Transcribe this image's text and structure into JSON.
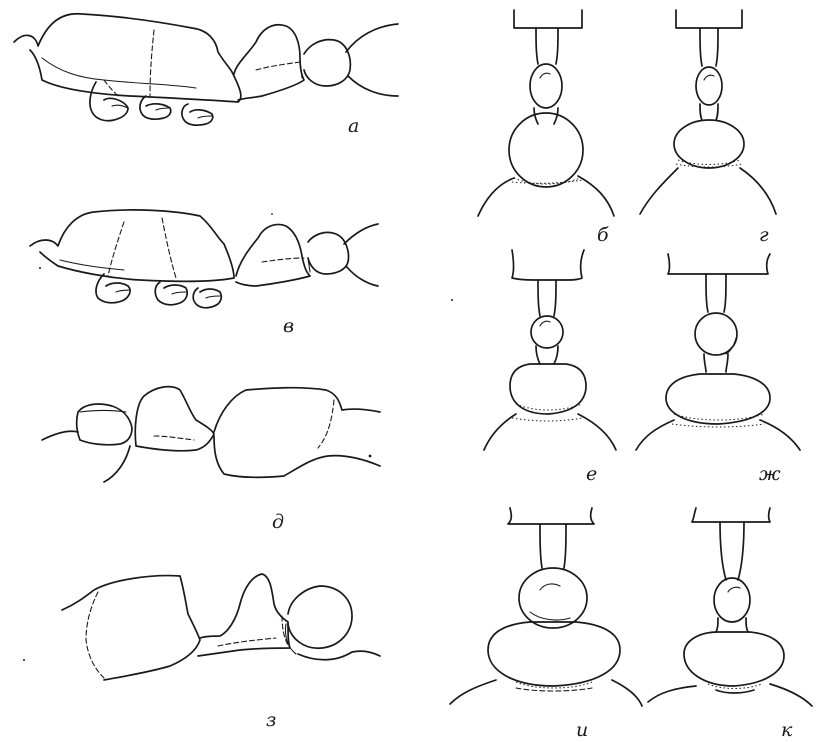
{
  "figure_labels": {
    "a": "а",
    "b": "б",
    "v": "в",
    "g": "г",
    "d": "д",
    "e": "е",
    "zh": "ж",
    "z": "з",
    "i": "и",
    "k": "к"
  }
}
